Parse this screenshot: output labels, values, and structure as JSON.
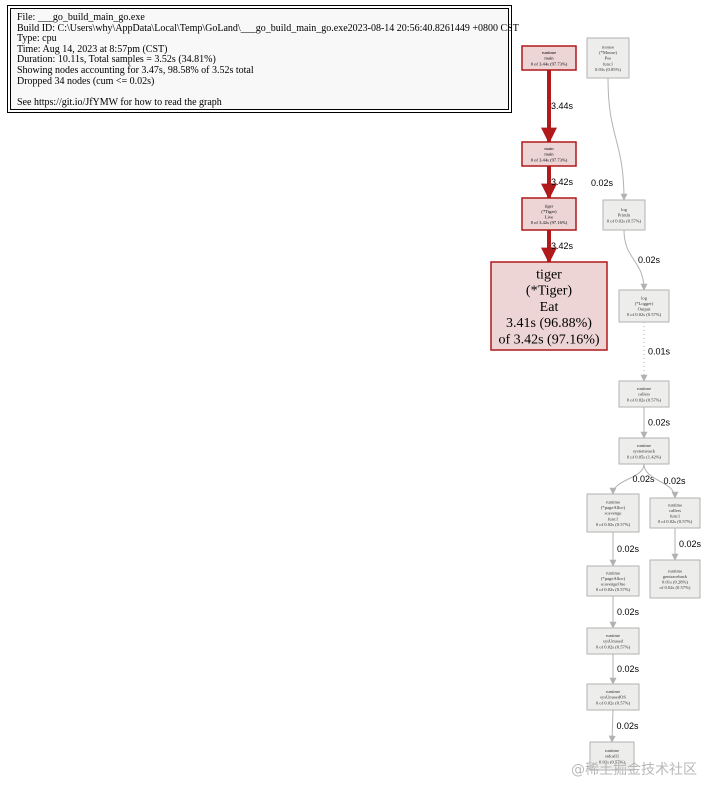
{
  "legend": {
    "file": "File: ___go_build_main_go.exe",
    "build_id": "Build ID: C:\\Users\\why\\AppData\\Local\\Temp\\GoLand\\___go_build_main_go.exe2023-08-14 20:56:40.8261449 +0800 CST",
    "type": "Type: cpu",
    "time": "Time: Aug 14, 2023 at 8:57pm (CST)",
    "duration": "Duration: 10.11s, Total samples = 3.52s (34.81%)",
    "showing": "Showing nodes accounting for 3.47s, 98.58% of 3.52s total",
    "dropped": "Dropped 34 nodes (cum <= 0.02s)",
    "blank": "",
    "help": "See https://git.io/JfYMW for how to read the graph"
  },
  "nodes": [
    {
      "id": "rt_main",
      "lines": [
        "runtime",
        "main",
        "0 of 3.44s (97.73%)"
      ],
      "hot": true
    },
    {
      "id": "mouse_pee",
      "lines": [
        "mouse",
        "(*Mouse)",
        "Pee",
        "func1",
        "0.03s (0.85%)"
      ],
      "hot": false
    },
    {
      "id": "main_main",
      "lines": [
        "main",
        "main",
        "0 of 3.44s (97.73%)"
      ],
      "hot": true
    },
    {
      "id": "tiger_live",
      "lines": [
        "tiger",
        "(*Tiger)",
        "Live",
        "0 of 3.42s (97.16%)"
      ],
      "hot": true
    },
    {
      "id": "tiger_eat",
      "lines": [
        "tiger",
        "(*Tiger)",
        "Eat",
        "3.41s (96.88%)",
        "of 3.42s (97.16%)"
      ],
      "hot": true,
      "big": true
    },
    {
      "id": "log_println",
      "lines": [
        "log",
        "Println",
        "0 of 0.02s (0.57%)"
      ],
      "hot": false
    },
    {
      "id": "log_output",
      "lines": [
        "log",
        "(*Logger)",
        "Output",
        "0 of 0.02s (0.57%)"
      ],
      "hot": false
    },
    {
      "id": "rt_callers",
      "lines": [
        "runtime",
        "callers",
        "0 of 0.02s (0.57%)"
      ],
      "hot": false
    },
    {
      "id": "rt_systemstack",
      "lines": [
        "runtime",
        "systemstack",
        "0 of 0.05s (1.42%)"
      ],
      "hot": false
    },
    {
      "id": "rt_gentraceback_func",
      "lines": [
        "runtime",
        "(*pageAlloc)",
        "scavenge",
        "func1",
        "0 of 0.02s (0.57%)"
      ],
      "hot": false
    },
    {
      "id": "rt_callers_func1",
      "lines": [
        "runtime",
        "callers",
        "func1",
        "0 of 0.02s (0.57%)"
      ],
      "hot": false
    },
    {
      "id": "rt_scavengeOne",
      "lines": [
        "runtime",
        "(*pageAlloc)",
        "scavengeOne",
        "0 of 0.02s (0.57%)"
      ],
      "hot": false
    },
    {
      "id": "rt_gentraceback",
      "lines": [
        "runtime",
        "gentraceback",
        "0.01s (0.28%)",
        "of 0.02s (0.57%)"
      ],
      "hot": false
    },
    {
      "id": "rt_sysUnused",
      "lines": [
        "runtime",
        "sysUnused",
        "0 of 0.02s (0.57%)"
      ],
      "hot": false
    },
    {
      "id": "rt_sysUnusedOS",
      "lines": [
        "runtime",
        "sysUnusedOS",
        "0 of 0.02s (0.57%)"
      ],
      "hot": false
    },
    {
      "id": "rt_stdcall1",
      "lines": [
        "runtime",
        "stdcall1",
        "0.02s (0.57%)"
      ],
      "hot": false
    }
  ],
  "edges": [
    {
      "from": "rt_main",
      "to": "main_main",
      "label": "3.44s",
      "hot": true
    },
    {
      "from": "main_main",
      "to": "tiger_live",
      "label": "3.42s",
      "hot": true
    },
    {
      "from": "tiger_live",
      "to": "tiger_eat",
      "label": "3.42s",
      "hot": true
    },
    {
      "from": "mouse_pee",
      "to": "log_println",
      "label": "0.02s",
      "hot": false
    },
    {
      "from": "log_println",
      "to": "log_output",
      "label": "0.02s",
      "hot": false
    },
    {
      "from": "log_output",
      "to": "rt_callers",
      "label": "0.01s",
      "hot": false,
      "dotted": true
    },
    {
      "from": "rt_callers",
      "to": "rt_systemstack",
      "label": "0.02s",
      "hot": false
    },
    {
      "from": "rt_systemstack",
      "to": "rt_gentraceback_func",
      "label": "0.02s",
      "hot": false
    },
    {
      "from": "rt_systemstack",
      "to": "rt_callers_func1",
      "label": "0.02s",
      "hot": false
    },
    {
      "from": "rt_gentraceback_func",
      "to": "rt_scavengeOne",
      "label": "0.02s",
      "hot": false
    },
    {
      "from": "rt_callers_func1",
      "to": "rt_gentraceback",
      "label": "0.02s",
      "hot": false
    },
    {
      "from": "rt_scavengeOne",
      "to": "rt_sysUnused",
      "label": "0.02s",
      "hot": false
    },
    {
      "from": "rt_sysUnused",
      "to": "rt_sysUnusedOS",
      "label": "0.02s",
      "hot": false
    },
    {
      "from": "rt_sysUnusedOS",
      "to": "rt_stdcall1",
      "label": "0.02s",
      "hot": false
    }
  ],
  "watermark": "@稀土掘金技术社区",
  "colors": {
    "hot_fill": "#edd5d5",
    "hot_stroke": "#b2191a",
    "hot_edge": "#b2191a",
    "cold_fill": "#ededec",
    "cold_stroke": "#b2b2b2",
    "cold_edge": "#b2b2b2"
  }
}
